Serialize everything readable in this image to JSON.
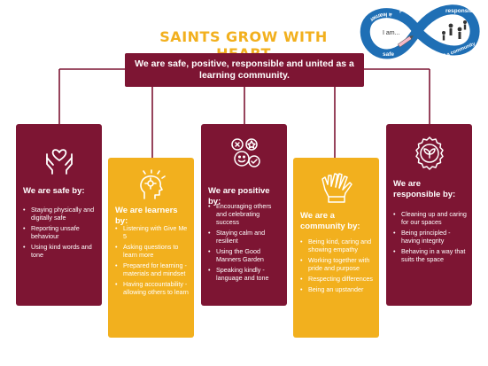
{
  "title": "SAINTS GROW WITH HEART",
  "banner": "We are safe, positive, responsible and united as a learning community.",
  "badge": {
    "words": [
      "a learner",
      "positive",
      "responsible",
      "safe",
      "part of a community"
    ],
    "center": "I am..."
  },
  "colors": {
    "maroon": "#7d1533",
    "gold": "#f2b01e"
  },
  "cards": [
    {
      "title": "We are safe by:",
      "icon": "hands-heart-icon",
      "items": [
        "Staying physically and digitally safe",
        "Reporting unsafe behaviour",
        "Using kind words and tone"
      ]
    },
    {
      "title": "We are learners by:",
      "icon": "head-ideas-icon",
      "items": [
        "Listening with Give Me 5",
        "Asking questions to learn more",
        "Prepared for learning - materials and mindset",
        "Having accountability - allowing others to learn"
      ]
    },
    {
      "title": "We are positive by:",
      "icon": "positive-icons-icon",
      "items": [
        "Encouraging others and celebrating success",
        "Staying calm and resilient",
        "Using the Good Manners Garden",
        "Speaking kindly - language and tone"
      ]
    },
    {
      "title": "We are a community by:",
      "icon": "raised-hands-icon",
      "items": [
        "Being kind, caring and showing empathy",
        "Working together with pride and purpose",
        "Respecting differences",
        "Being an upstander"
      ]
    },
    {
      "title": "We are responsible by:",
      "icon": "plant-badge-icon",
      "items": [
        "Cleaning up and caring for our spaces",
        "Being principled - having integrity",
        "Behaving in a way that suits the space"
      ]
    }
  ]
}
